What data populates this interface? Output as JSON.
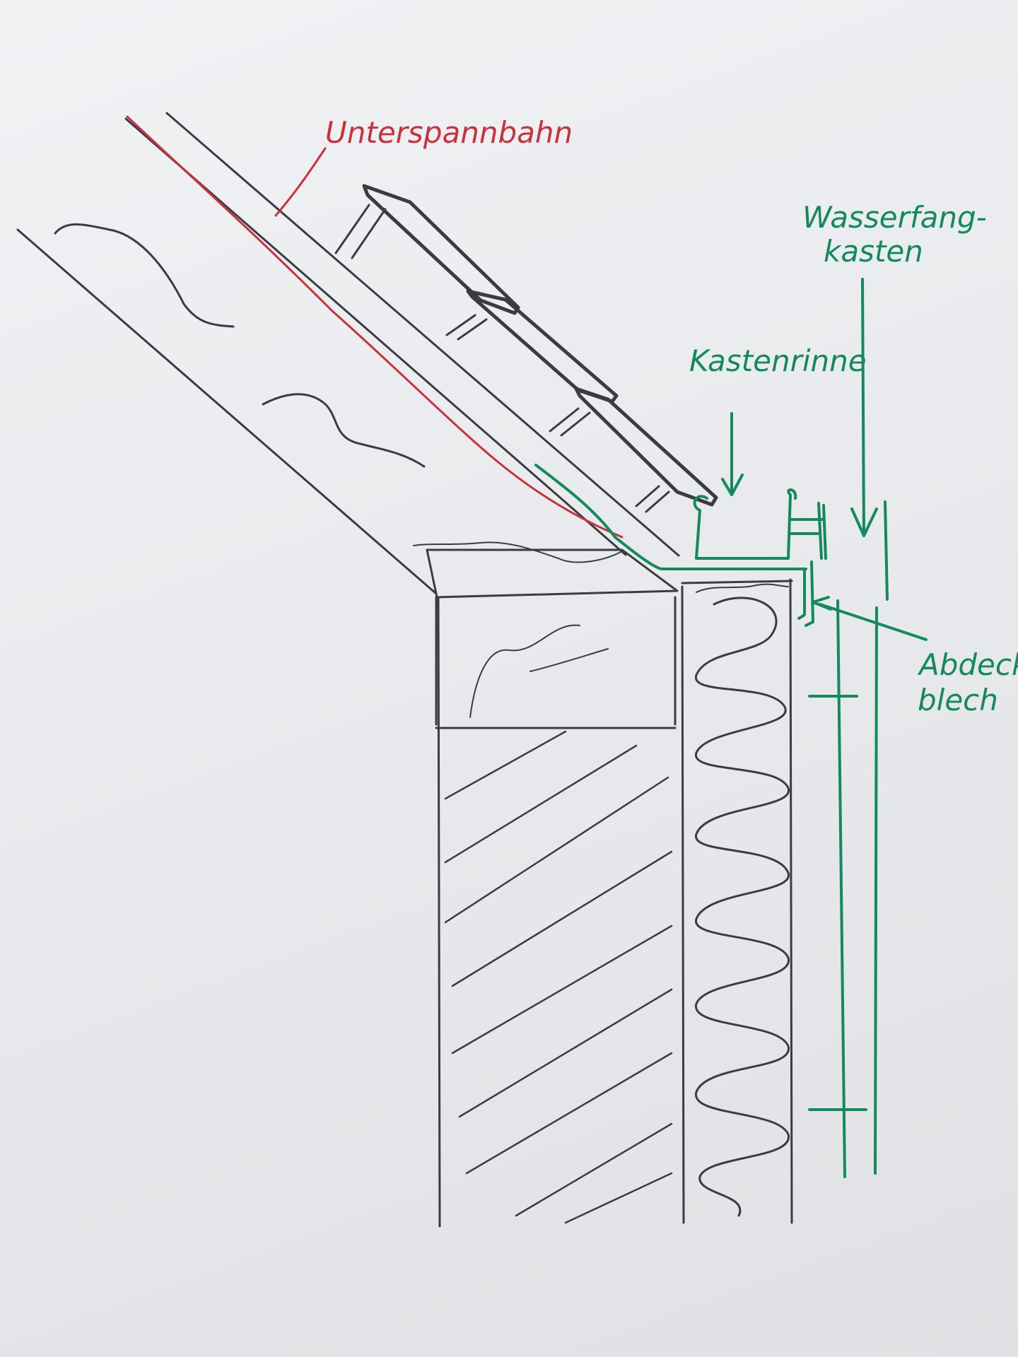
{
  "labels": {
    "unterspann": "Unterspannbahn",
    "wasserfang_1": "Wasserfang-",
    "wasserfang_2": "kasten",
    "kastenrinne": "Kastenrinne",
    "abdeck_1": "Abdeck-",
    "abdeck_2": "blech"
  },
  "colors": {
    "paper": "#eceef0",
    "pencil": "#3a3c40",
    "red": "#c8323c",
    "green": "#138a5a"
  }
}
